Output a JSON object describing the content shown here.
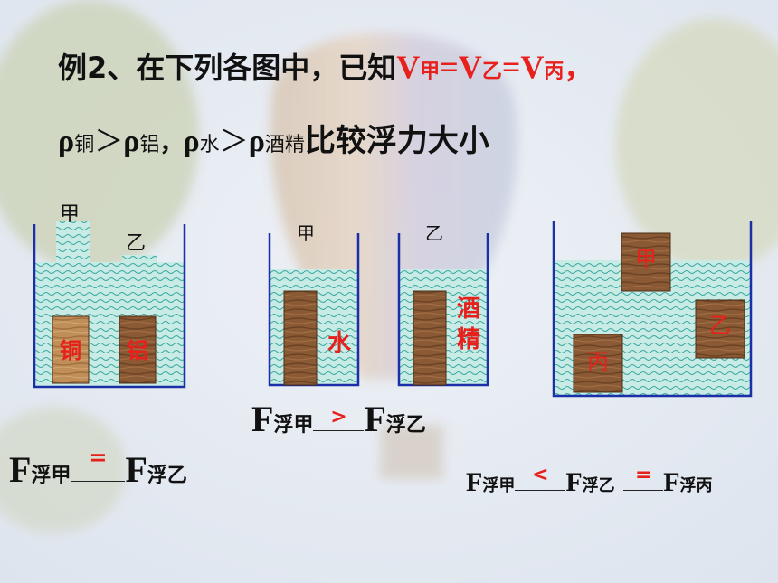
{
  "title": {
    "line1_prefix": "例2、在下列各图中，已知",
    "V1": "V",
    "V1_sub": "甲",
    "eq1": "=V",
    "V2_sub": "乙",
    "eq2": "=V",
    "V3_sub": "丙",
    "comma": "，",
    "rho1": "ρ",
    "rho1_sub": "铜",
    "gt1": "＞",
    "rho2": "ρ",
    "rho2_sub": "铝",
    "sep": "，",
    "rho3": "ρ",
    "rho3_sub": "水",
    "gt2": "＞",
    "rho4": "ρ",
    "rho4_sub": "酒精",
    "line2_suffix": "比较浮力大小"
  },
  "fig1": {
    "label_jia": "甲",
    "label_yi": "乙",
    "block1": "铜",
    "block2": "铝"
  },
  "fig2": {
    "label_jia": "甲",
    "label_yi": "乙",
    "liquid1": "水",
    "liquid2_a": "酒",
    "liquid2_b": "精"
  },
  "fig3": {
    "block_jia": "甲",
    "block_yi": "乙",
    "block_bing": "丙"
  },
  "eq_fig1": {
    "F": "F",
    "sub1": "浮甲",
    "answer": "=",
    "F2": "F",
    "sub2": "浮乙"
  },
  "eq_fig2": {
    "F": "F",
    "sub1": "浮甲",
    "answer": ">",
    "F2": "F",
    "sub2": "浮乙"
  },
  "eq_fig3": {
    "F": "F",
    "sub1": "浮甲",
    "answer1": "<",
    "F2": "F",
    "sub2": "浮乙",
    "answer2": "=",
    "F3": "F",
    "sub3": "浮丙"
  },
  "colors": {
    "water": "#c8ebe6",
    "wave": "#3aa9a0",
    "wall": "#1a2fa8",
    "wood": "#8a5a34",
    "red": "#e8201c"
  }
}
